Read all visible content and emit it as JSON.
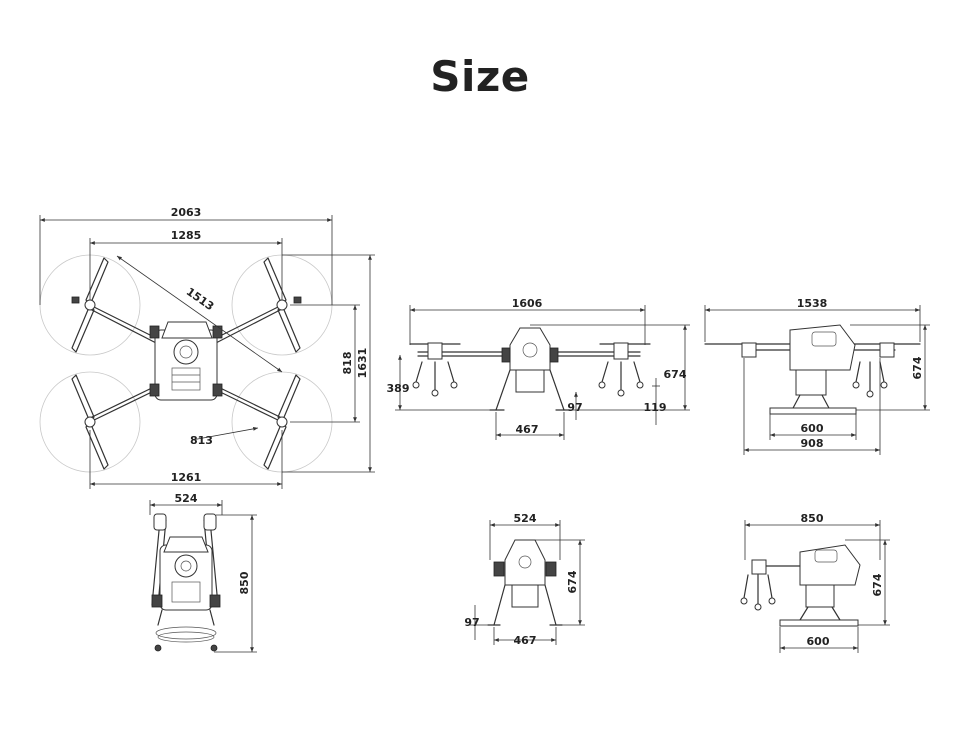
{
  "page": {
    "title": "Size"
  },
  "views": {
    "top_unfolded": {
      "width_total": "2063",
      "motor_span": "1285",
      "diagonal": "1513",
      "prop": "813",
      "bottom_span": "1261",
      "height_inner": "818",
      "height_total": "1631"
    },
    "front_unfolded": {
      "width": "1606",
      "height": "674",
      "left_gear_height": "389",
      "gear_width": "467",
      "ground_clearance_a": "97",
      "ground_clearance_b": "119"
    },
    "side_unfolded": {
      "width": "1538",
      "height": "674",
      "skid_inner": "600",
      "skid_outer": "908"
    },
    "top_folded": {
      "width": "524",
      "length": "850"
    },
    "front_folded": {
      "width": "524",
      "height": "674",
      "ground_clearance": "97",
      "gear_width": "467"
    },
    "side_folded": {
      "width": "850",
      "height": "674",
      "skid": "600"
    }
  }
}
